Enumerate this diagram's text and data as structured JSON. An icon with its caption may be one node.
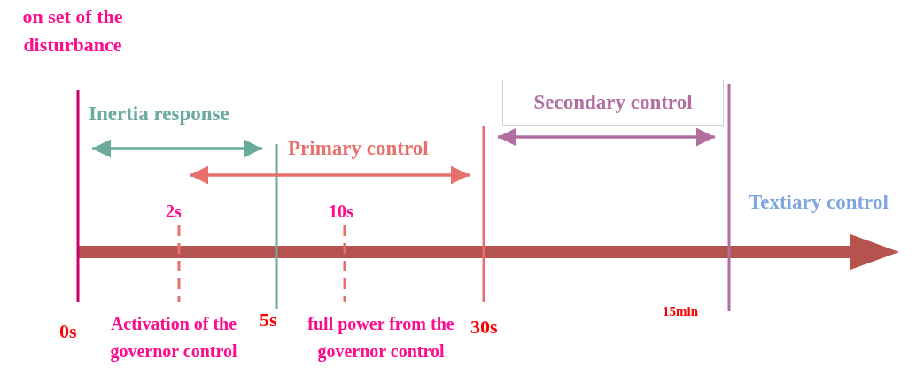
{
  "diagram": {
    "nodes": [
      {
        "text": [
          "Secondary control"
        ]
      }
    ],
    "labels": [
      "on set of the disturbance",
      "Inertia response",
      "Primary control",
      "Textiary control",
      "2s",
      "10s",
      "0s",
      "5s",
      "30s",
      "15min",
      "Activation of the governor control",
      "full power from the governor control"
    ]
  }
}
